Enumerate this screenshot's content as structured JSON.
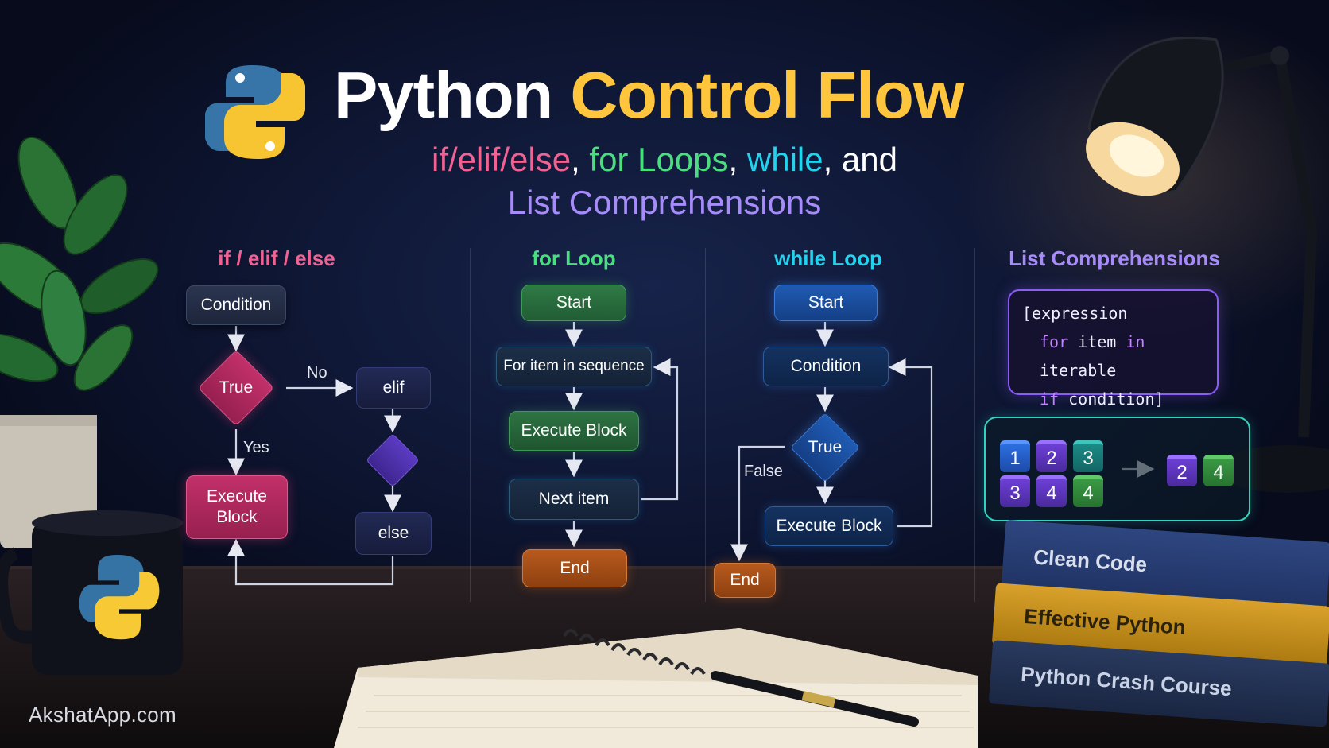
{
  "title": {
    "part1": "Python",
    "part2": "Control Flow"
  },
  "subtitle": {
    "s1": "if/elif/else",
    "comma1": ",",
    "s2": "for Loops",
    "comma2": ",",
    "s3": "while",
    "and": ", and",
    "line2": "List Comprehensions"
  },
  "sections": {
    "ifelse": {
      "heading": "if / elif / else",
      "condition": "Condition",
      "true": "True",
      "no": "No",
      "elif": "elif",
      "yes": "Yes",
      "execute_block": "Execute\nBlock",
      "else": "else"
    },
    "for_loop": {
      "heading": "for Loop",
      "start": "Start",
      "for_item": "For item in sequence",
      "execute_block": "Execute Block",
      "next_item": "Next item",
      "end": "End"
    },
    "while_loop": {
      "heading": "while Loop",
      "start": "Start",
      "condition": "Condition",
      "true": "True",
      "false": "False",
      "execute_block": "Execute Block",
      "end": "End"
    },
    "list_comp": {
      "heading": "List Comprehensions",
      "code": {
        "line1": "[expression",
        "for_kw": "for",
        "item": " item ",
        "in_kw": "in",
        "iterable": " iterable",
        "if_kw": "if",
        "condition": " condition]"
      },
      "input_cubes": [
        "1",
        "2",
        "3",
        "3",
        "4",
        "4"
      ],
      "output_cubes": [
        "2",
        "4"
      ]
    }
  },
  "books": [
    "Clean Code",
    "Effective Python",
    "Python Crash Course"
  ],
  "watermark": "AkshatApp.com",
  "colors": {
    "title_accent": "#ffc53d",
    "if": "#f06292",
    "for": "#4ade80",
    "while": "#22d3ee",
    "listcomp": "#a78bfa"
  },
  "icons": [
    "python-logo-icon",
    "desk-lamp",
    "plant",
    "coffee-mug",
    "notebook",
    "pen"
  ]
}
